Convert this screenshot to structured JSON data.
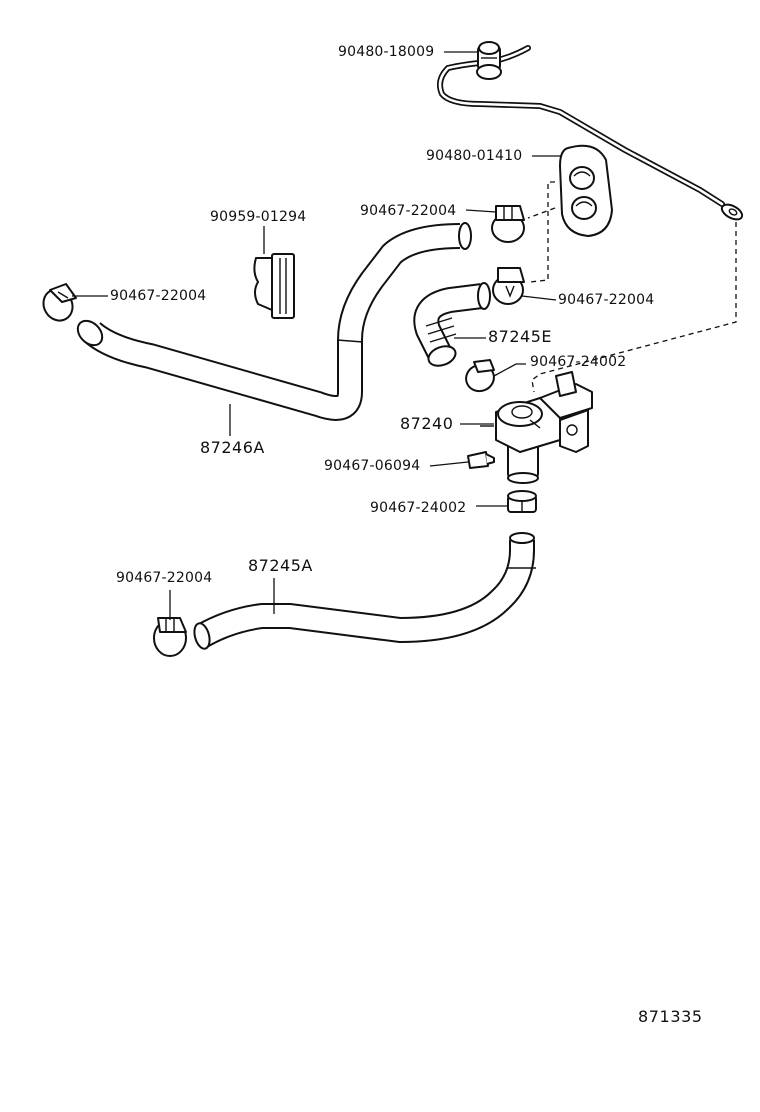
{
  "parts": {
    "cable_grommet": "90480-18009",
    "grommet_plate": "90480-01410",
    "clamp_upper_left": "90467-22004",
    "clip_bracket": "90959-01294",
    "clamp_far_left": "90467-22004",
    "clamp_mid_right": "90467-22004",
    "hose_87245e": "87245E",
    "clamp_valve_upper": "90467-24002",
    "water_valve": "87240",
    "clip_small": "90467-06094",
    "clamp_valve_lower": "90467-24002",
    "hose_87246a": "87246A",
    "hose_87245a": "87245A",
    "clamp_bottom_left": "90467-22004"
  },
  "diagram_ref": "871335",
  "colors": {
    "line": "#111111",
    "background": "#ffffff"
  }
}
